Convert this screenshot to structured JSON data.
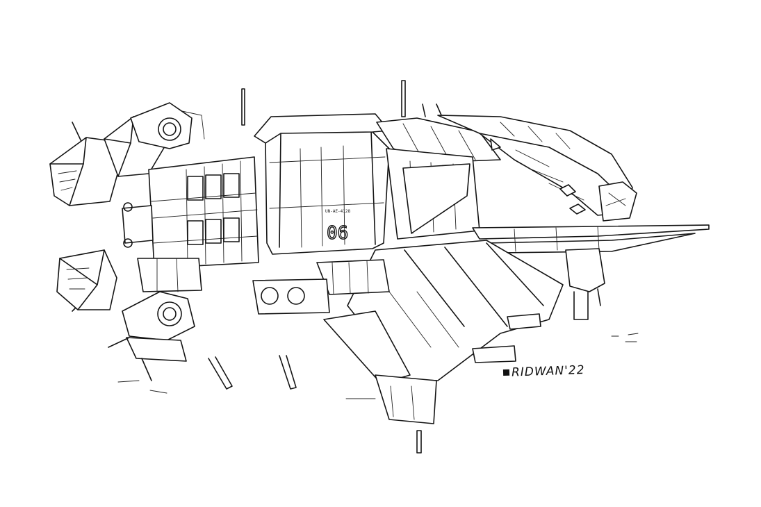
{
  "artwork": {
    "hull_number": "06",
    "hull_label": "UN-AE-4128",
    "signature": "RIDWAN'22"
  },
  "colors": {
    "background": "#ffffff",
    "ink": "#141414"
  }
}
